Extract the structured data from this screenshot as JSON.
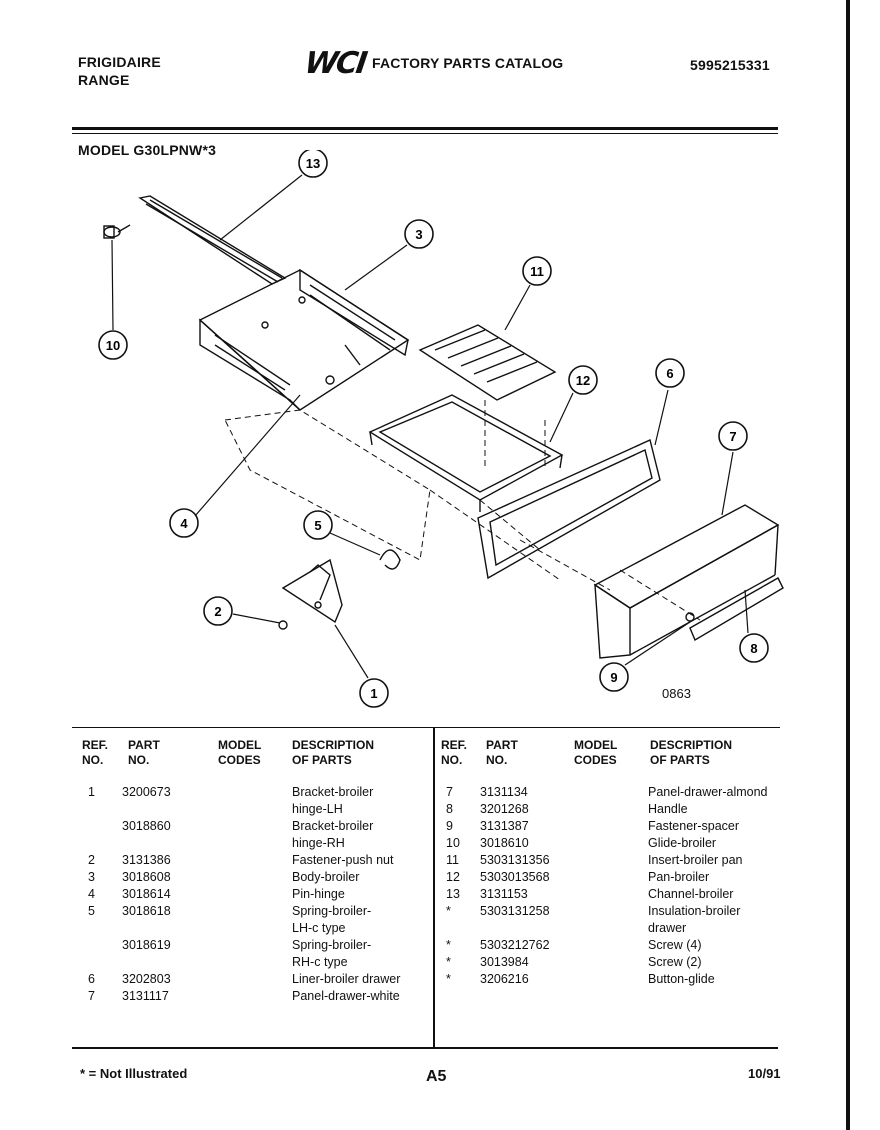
{
  "header": {
    "brand_line1": "FRIGIDAIRE",
    "brand_line2": "RANGE",
    "logo": "WCI",
    "catalog_title": "FACTORY PARTS CATALOG",
    "doc_number": "5995215331",
    "model": "MODEL G30LPNW*3"
  },
  "diagram": {
    "callouts": [
      "13",
      "10",
      "3",
      "11",
      "12",
      "6",
      "7",
      "4",
      "5",
      "2",
      "1",
      "8",
      "9"
    ],
    "figure_number": "0863"
  },
  "table": {
    "headers": {
      "ref": "REF.",
      "ref2": "NO.",
      "part": "PART",
      "part2": "NO.",
      "model": "MODEL",
      "model2": "CODES",
      "desc": "DESCRIPTION",
      "desc2": "OF PARTS"
    },
    "left_rows": [
      {
        "ref": "1",
        "part": "3200673",
        "desc": "Bracket-broiler"
      },
      {
        "ref": "",
        "part": "",
        "desc": "hinge-LH"
      },
      {
        "ref": "",
        "part": "3018860",
        "desc": "Bracket-broiler"
      },
      {
        "ref": "",
        "part": "",
        "desc": "hinge-RH"
      },
      {
        "ref": "2",
        "part": "3131386",
        "desc": "Fastener-push nut"
      },
      {
        "ref": "3",
        "part": "3018608",
        "desc": "Body-broiler"
      },
      {
        "ref": "4",
        "part": "3018614",
        "desc": "Pin-hinge"
      },
      {
        "ref": "5",
        "part": "3018618",
        "desc": "Spring-broiler-"
      },
      {
        "ref": "",
        "part": "",
        "desc": "LH-c type"
      },
      {
        "ref": "",
        "part": "3018619",
        "desc": "Spring-broiler-"
      },
      {
        "ref": "",
        "part": "",
        "desc": "RH-c type"
      },
      {
        "ref": "6",
        "part": "3202803",
        "desc": "Liner-broiler drawer"
      },
      {
        "ref": "7",
        "part": "3131117",
        "desc": "Panel-drawer-white"
      }
    ],
    "right_rows": [
      {
        "ref": "7",
        "part": "3131134",
        "desc": "Panel-drawer-almond"
      },
      {
        "ref": "8",
        "part": "3201268",
        "desc": "Handle"
      },
      {
        "ref": "9",
        "part": "3131387",
        "desc": "Fastener-spacer"
      },
      {
        "ref": "10",
        "part": "3018610",
        "desc": "Glide-broiler"
      },
      {
        "ref": "11",
        "part": "5303131356",
        "desc": "Insert-broiler pan"
      },
      {
        "ref": "12",
        "part": "5303013568",
        "desc": "Pan-broiler"
      },
      {
        "ref": "13",
        "part": "3131153",
        "desc": "Channel-broiler"
      },
      {
        "ref": "*",
        "part": "5303131258",
        "desc": "Insulation-broiler"
      },
      {
        "ref": "",
        "part": "",
        "desc": "drawer"
      },
      {
        "ref": "*",
        "part": "5303212762",
        "desc": "Screw (4)"
      },
      {
        "ref": "*",
        "part": "3013984",
        "desc": "Screw (2)"
      },
      {
        "ref": "*",
        "part": "3206216",
        "desc": "Button-glide"
      }
    ]
  },
  "footer": {
    "note": "* = Not Illustrated",
    "page": "A5",
    "date": "10/91"
  }
}
